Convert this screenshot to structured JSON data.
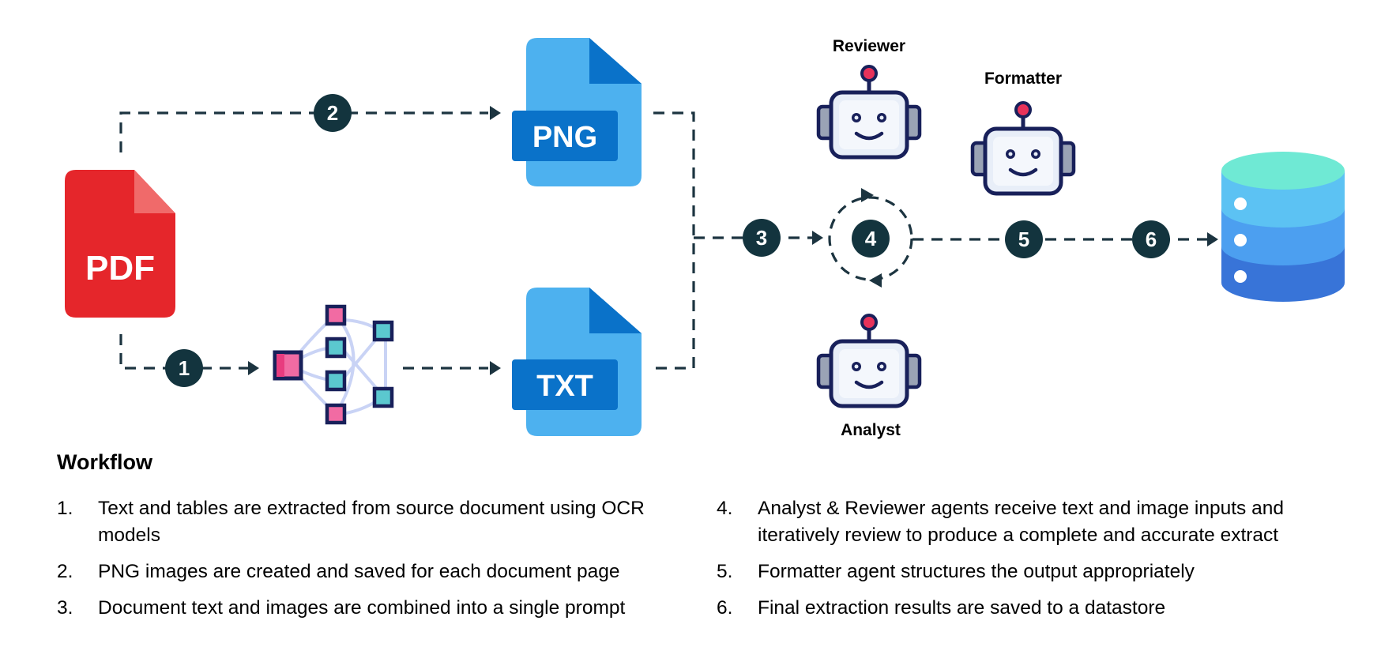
{
  "diagram": {
    "files": {
      "pdf": "PDF",
      "png": "PNG",
      "txt": "TXT"
    },
    "steps": [
      "1",
      "2",
      "3",
      "4",
      "5",
      "6"
    ],
    "agents": {
      "reviewer": "Reviewer",
      "formatter": "Formatter",
      "analyst": "Analyst"
    },
    "colors": {
      "pdf": "#e5262b",
      "pdf_fold": "#f06a6a",
      "file_blue": "#4db1ef",
      "file_label_bg": "#0a72c9",
      "step_badge": "#13343e",
      "arrow": "#1c3440",
      "robot_outline": "#18205a",
      "robot_face": "#e8eef8",
      "antenna_tip": "#e8325a",
      "db_top": "#6fe9d4",
      "db_mid": "#4c9ff0",
      "db_bottom": "#3874d8"
    },
    "icons": [
      "pdf-file-icon",
      "png-file-icon",
      "txt-file-icon",
      "ocr-network-icon",
      "robot-icon",
      "cycle-icon",
      "database-icon"
    ]
  },
  "workflow": {
    "title": "Workflow",
    "items": [
      {
        "num": "1.",
        "text": "Text and tables are extracted from source document using OCR models"
      },
      {
        "num": "2.",
        "text": "PNG images are created and saved for each document page"
      },
      {
        "num": "3.",
        "text": "Document text and images are combined into a single prompt"
      },
      {
        "num": "4.",
        "text": "Analyst & Reviewer agents receive text and image inputs and iteratively review to produce a complete and accurate extract"
      },
      {
        "num": "5.",
        "text": "Formatter agent structures the output appropriately"
      },
      {
        "num": "6.",
        "text": "Final extraction results are saved to a datastore"
      }
    ]
  }
}
